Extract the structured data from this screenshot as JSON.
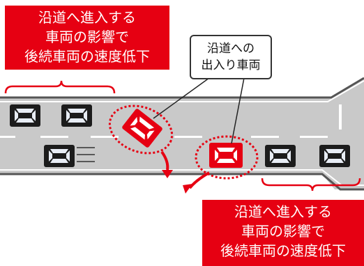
{
  "labels": {
    "left": {
      "line1": "沿道へ進入する",
      "line2": "車両の影響で",
      "line3": "後続車両の速度低下"
    },
    "right": {
      "line1": "沿道へ進入する",
      "line2": "車両の影響で",
      "line3": "後続車両の速度低下"
    },
    "callout": {
      "line1": "沿道への",
      "line2": "出入り車両"
    }
  },
  "colors": {
    "accent_red": "#e60012",
    "road": "#c9c9c9",
    "road_edge": "#555555",
    "car_body": "#1c1c1c",
    "car_window": "#e8edf5"
  }
}
